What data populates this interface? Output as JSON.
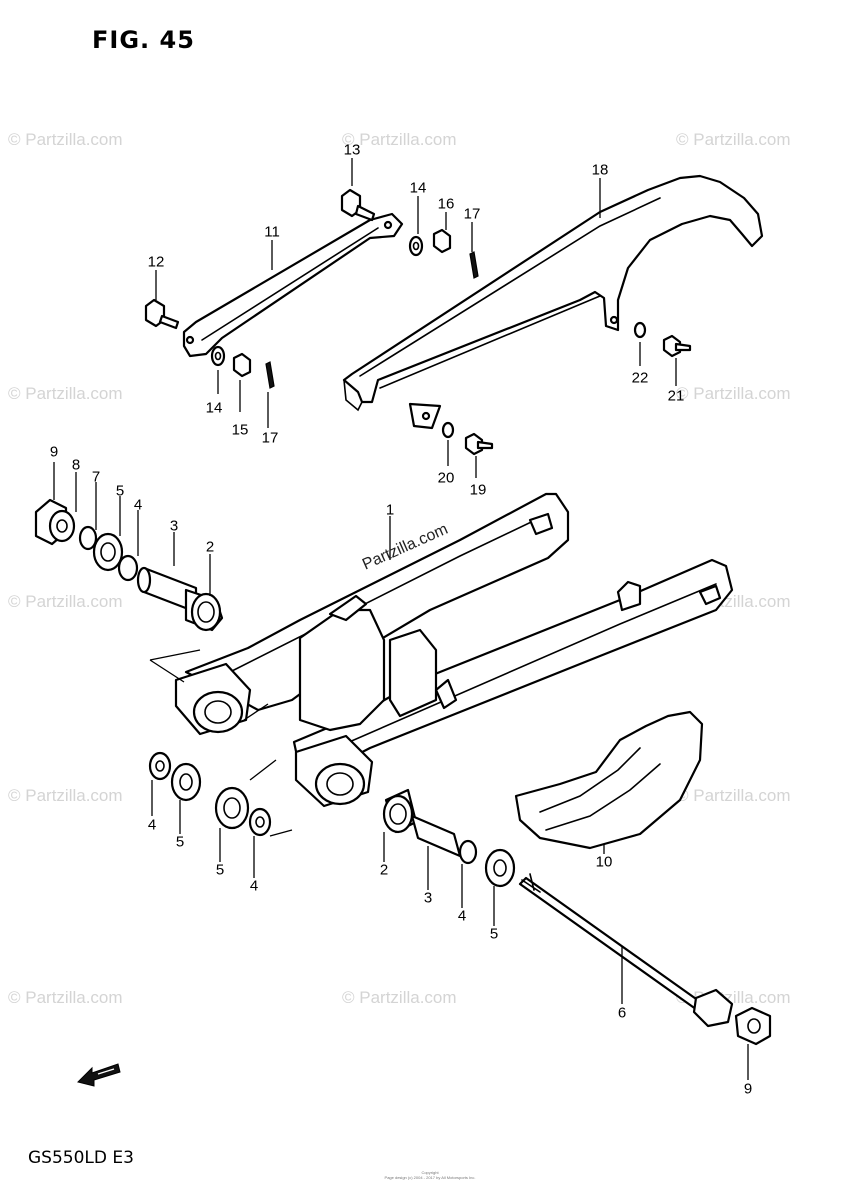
{
  "figure": {
    "title": "FIG. 45",
    "model_code": "GS550LD E3",
    "copyright_lines": [
      "Copyright",
      "Page design (c) 2004 - 2017 by All Motorsports Inc."
    ],
    "arrow_icon": "front-arrow-icon"
  },
  "watermarks": {
    "text": "© Partzilla.com",
    "diagonal": "Partzilla.com"
  },
  "callouts": [
    {
      "id": "c1",
      "label": "1"
    },
    {
      "id": "c2a",
      "label": "2"
    },
    {
      "id": "c2b",
      "label": "2"
    },
    {
      "id": "c3a",
      "label": "3"
    },
    {
      "id": "c3b",
      "label": "3"
    },
    {
      "id": "c4a",
      "label": "4"
    },
    {
      "id": "c4b",
      "label": "4"
    },
    {
      "id": "c4c",
      "label": "4"
    },
    {
      "id": "c4d",
      "label": "4"
    },
    {
      "id": "c5a",
      "label": "5"
    },
    {
      "id": "c5b",
      "label": "5"
    },
    {
      "id": "c5c",
      "label": "5"
    },
    {
      "id": "c5d",
      "label": "5"
    },
    {
      "id": "c6",
      "label": "6"
    },
    {
      "id": "c7",
      "label": "7"
    },
    {
      "id": "c8",
      "label": "8"
    },
    {
      "id": "c9a",
      "label": "9"
    },
    {
      "id": "c9b",
      "label": "9"
    },
    {
      "id": "c10",
      "label": "10"
    },
    {
      "id": "c11",
      "label": "11"
    },
    {
      "id": "c12",
      "label": "12"
    },
    {
      "id": "c13",
      "label": "13"
    },
    {
      "id": "c14a",
      "label": "14"
    },
    {
      "id": "c14b",
      "label": "14"
    },
    {
      "id": "c15",
      "label": "15"
    },
    {
      "id": "c16",
      "label": "16"
    },
    {
      "id": "c17a",
      "label": "17"
    },
    {
      "id": "c17b",
      "label": "17"
    },
    {
      "id": "c18",
      "label": "18"
    },
    {
      "id": "c19",
      "label": "19"
    },
    {
      "id": "c20",
      "label": "20"
    },
    {
      "id": "c21",
      "label": "21"
    },
    {
      "id": "c22",
      "label": "22"
    }
  ]
}
